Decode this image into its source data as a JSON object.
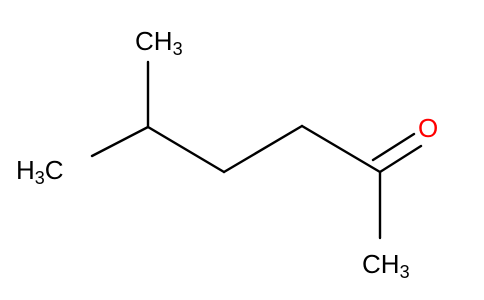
{
  "molecule": {
    "colors": {
      "bond": "#000000",
      "carbon_label": "#000000",
      "oxygen_label": "#ff0000"
    },
    "labels": {
      "top_methyl": {
        "element": "CH",
        "count": "3"
      },
      "left_methyl": {
        "element": "H",
        "count": "3",
        "suffix": "C"
      },
      "oxygen": {
        "element": "O"
      },
      "bottom_methyl": {
        "element": "CH",
        "count": "3"
      }
    }
  }
}
